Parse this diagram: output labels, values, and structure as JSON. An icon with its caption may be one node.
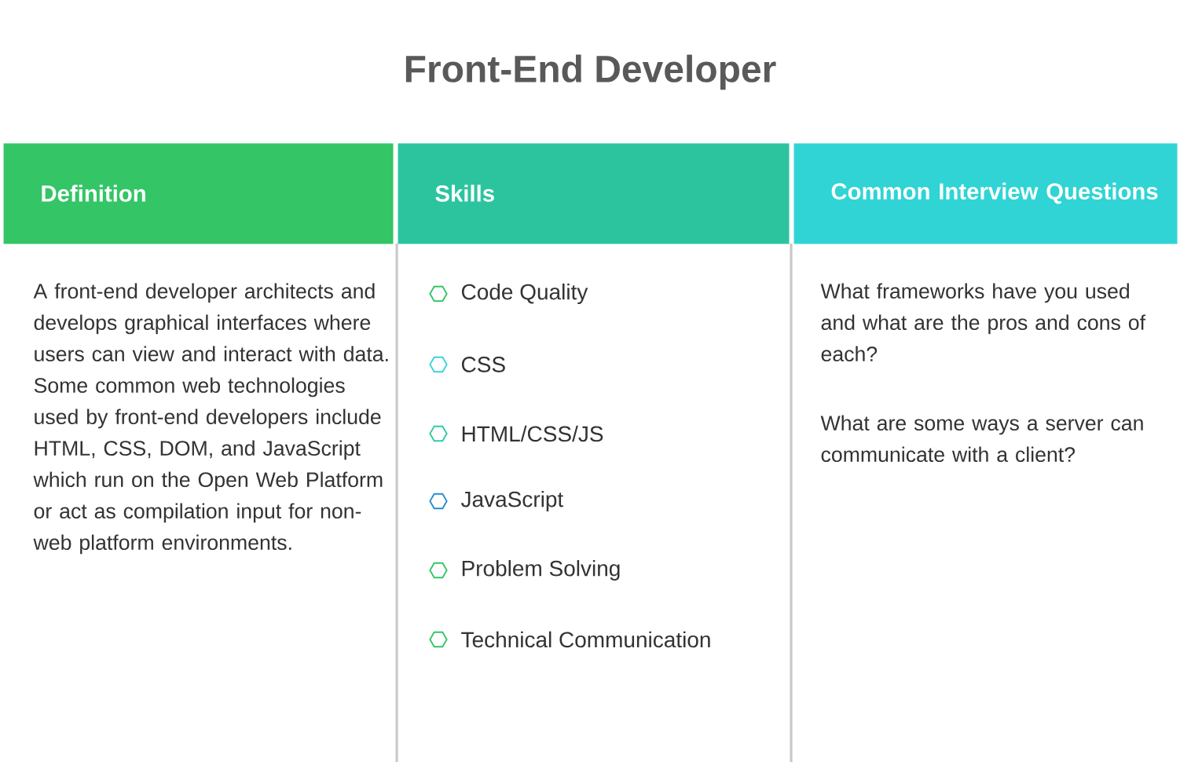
{
  "diagram": {
    "title": "Front-End Developer",
    "nodes": [
      {
        "text": [
          "Definition"
        ]
      },
      {
        "text": [
          "Skills"
        ]
      },
      {
        "text": [
          "Common Interview Questions"
        ]
      }
    ],
    "edges": [],
    "labels": [
      "A front-end developer architects and develops graphical interfaces where users can view and interact with data. Some common web technologies used by front-end developers include HTML, CSS, DOM, and JavaScript which run on the Open Web Platform or act as compilation input for non-web platform environments.",
      "Code Quality",
      "CSS",
      "HTML/CSS/JS",
      "JavaScript",
      "Problem Solving",
      "Technical Communication",
      "What frameworks have you used and what are the pros and cons of each?",
      "What are some ways a server can communicate with a client?"
    ]
  }
}
